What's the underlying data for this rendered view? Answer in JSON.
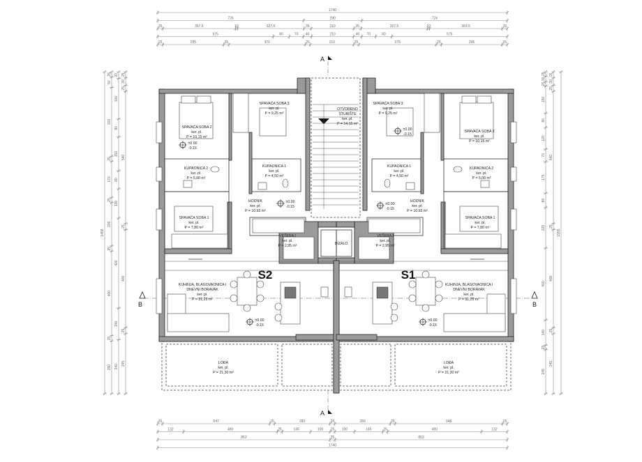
{
  "units": {
    "left": "S2",
    "right": "S1"
  },
  "room_meta": {
    "floor": "ker. pl."
  },
  "levels": {
    "finished": "±0.00",
    "raw": "-0.15"
  },
  "rooms": {
    "s2": {
      "bedroom2": {
        "name": "SPAVAĆA SOBA 2",
        "area": "P = 10,15 m²"
      },
      "bedroom3": {
        "name": "SPAVAĆA SOBA 3",
        "area": "P = 9,25 m²"
      },
      "bathroom2": {
        "name": "KUPAONICA 2",
        "area": "P = 5,00 m²"
      },
      "bathroom1": {
        "name": "KUPAONICA 1",
        "area": "P = 4,50 m²"
      },
      "hallway": {
        "name": "HODNIK",
        "area": "P = 10,65 m²"
      },
      "bedroom1": {
        "name": "SPAVAĆA SOBA 1",
        "area": "P = 7,80 m²"
      },
      "laundry": {
        "name": "VEŠERAJ",
        "area": "P = 2,95 m²"
      },
      "living": {
        "name1": "KUHINJA, BLAGOVAONICA I",
        "name2": "DNEVNI BORAVAK",
        "area": "P = 31,25 m²"
      },
      "loggia": {
        "name": "LOĐA",
        "area": "P = 21,30 m²"
      }
    },
    "s1": {
      "bedroom2": {
        "name": "SPAVAĆA SOBA 2",
        "area": "P = 10,15 m²"
      },
      "bedroom3": {
        "name": "SPAVAĆA SOBA 3",
        "area": "P = 9,25 m²"
      },
      "bathroom2": {
        "name": "KUPAONICA 2",
        "area": "P = 5,00 m²"
      },
      "bathroom1": {
        "name": "KUPAONICA 1",
        "area": "P = 4,50 m²"
      },
      "hallway": {
        "name": "HODNIK",
        "area": "P = 10,65 m²"
      },
      "bedroom1": {
        "name": "SPAVAĆA SOBA 1",
        "area": "P = 7,80 m²"
      },
      "laundry": {
        "name": "VEŠERAJ",
        "area": "P = 2,95 m²"
      },
      "living": {
        "name1": "KUHINJA, BLAGOVAONICA I",
        "name2": "DNEVNI BORAVAK",
        "area": "P = 31,25 m²"
      },
      "loggia": {
        "name": "LOĐA",
        "area": "P = 21,30 m²"
      }
    }
  },
  "stair": {
    "name1": "OTVORENO",
    "name2": "STUBIŠTE",
    "area": "P = 14,15 m²"
  },
  "elevator": "DIZALO",
  "sections": {
    "a": "A",
    "b": "B"
  },
  "dimensions": {
    "top": [
      [
        "1740"
      ],
      [
        "726",
        "290",
        "724"
      ],
      [
        "25",
        "357.5",
        "10",
        "327.5",
        "35",
        "210",
        "35",
        "327.5",
        "10",
        "357.5",
        "25"
      ],
      [
        "575",
        "80",
        "70",
        "40",
        "210",
        "40",
        "70",
        "80",
        "575"
      ],
      [
        "25",
        "295",
        "25",
        "370",
        "25",
        "210",
        "25",
        "375",
        "25",
        "295",
        "25"
      ]
    ],
    "bottom": [
      [
        "25",
        "547",
        "25",
        "283",
        "25",
        "283",
        "25",
        "548",
        "25"
      ],
      [
        "132",
        "480",
        "25",
        "145",
        "100",
        "25",
        "100",
        "145",
        "25",
        "480",
        "132"
      ],
      [
        "853",
        "25",
        "853"
      ],
      [
        "1740"
      ]
    ],
    "left": [
      [
        "1458"
      ],
      [
        "25",
        "50",
        "325",
        "25",
        "170",
        "25",
        "205",
        "25",
        "400",
        "25",
        "250"
      ],
      [
        "30",
        "180",
        "80",
        "150",
        "80",
        "130",
        "400",
        "140",
        "240"
      ],
      [
        "25",
        "30",
        "25",
        "540",
        "25",
        "400",
        "25",
        "245"
      ]
    ],
    "right": [
      [
        "25",
        "30",
        "25",
        "150",
        "80",
        "120",
        "70",
        "175",
        "80",
        "225",
        "400",
        "140",
        "25",
        "245"
      ],
      [
        "25",
        "30",
        "25",
        "540",
        "25",
        "400",
        "25",
        "245"
      ],
      [
        "1555"
      ]
    ]
  }
}
